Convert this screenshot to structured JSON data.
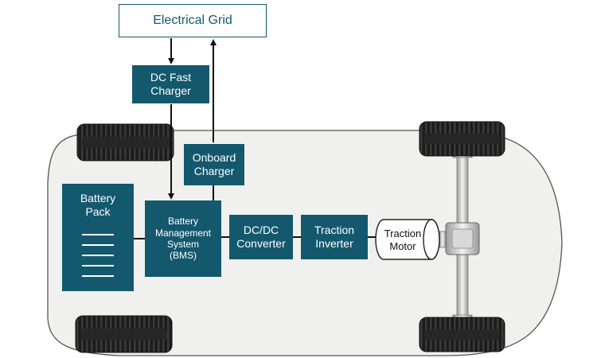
{
  "grid": {
    "label": "Electrical Grid"
  },
  "dc_fast_charger": {
    "line1": "DC Fast",
    "line2": "Charger"
  },
  "onboard_charger": {
    "line1": "Onboard",
    "line2": "Charger"
  },
  "battery_pack": {
    "line1": "Battery",
    "line2": "Pack"
  },
  "bms": {
    "line1": "Battery",
    "line2": "Management",
    "line3": "System",
    "line4": "(BMS)"
  },
  "dcdc_converter": {
    "line1": "DC/DC",
    "line2": "Converter"
  },
  "traction_inverter": {
    "line1": "Traction",
    "line2": "Inverter"
  },
  "traction_motor": {
    "line1": "Traction",
    "line2": "Motor"
  },
  "colors": {
    "block": "#14586e",
    "car_body": "#f0f0ee",
    "tire": "#1a1a1a",
    "arrow": "#111111"
  }
}
